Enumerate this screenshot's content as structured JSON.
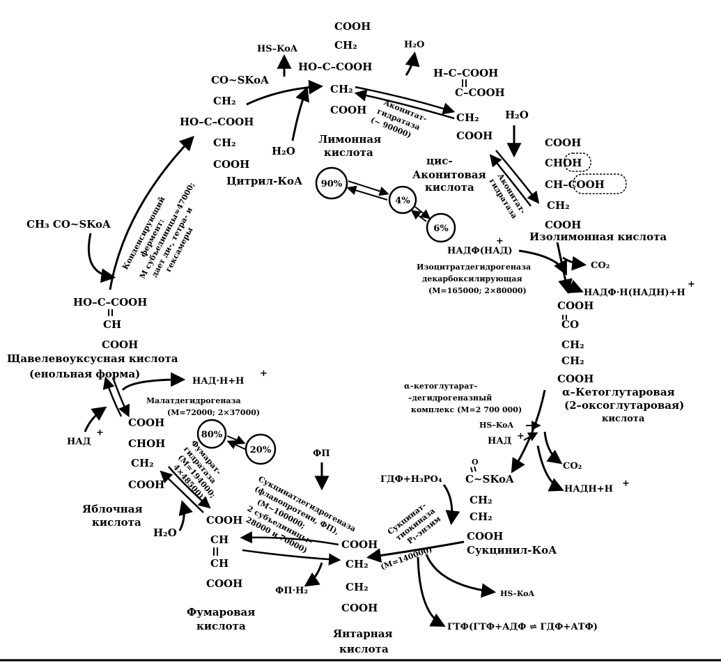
{
  "citrate": {
    "formula": [
      "COOH",
      "CH₂",
      "HO–C–COOH",
      "CH₂",
      "COOH"
    ],
    "name": [
      "Лимонная",
      "кислота"
    ],
    "h2o_out": "H₂O",
    "hskoa": "HS–KoA"
  },
  "citryl_coa": {
    "formula": [
      "CO~SKoA",
      "CH₂",
      "HO–C–COOH",
      "CH₂",
      "COOH"
    ],
    "name": "Цитрил-КоА",
    "h2o_in": "H₂O"
  },
  "cis_aconitate": {
    "formula": [
      "H–C–COOH",
      "C–COOH",
      "CH₂",
      "COOH"
    ],
    "name": [
      "цис-",
      "Аконитовая",
      "кислота"
    ]
  },
  "aconitase": {
    "label1": [
      "Аконитат-",
      "гидратаза",
      "(~ 90000)"
    ],
    "label2": [
      "Аконитат-",
      "гидратаза"
    ],
    "h2o_in": "H₂O"
  },
  "equilibrium_top": [
    "90%",
    "4%",
    "6%"
  ],
  "isocitrate": {
    "formula": [
      "COOH",
      "CHOH",
      "CH–COOH",
      "CH₂",
      "COOH"
    ],
    "name": "Изолимонная  кислота"
  },
  "icdh": {
    "cofactor_in": "НАДФ(НАД)",
    "plus_sign": "+",
    "co2": "CO₂",
    "nadph_out": "НАДФ·Н(НАДН)+Н",
    "label": [
      "Изоцитратдегидрогеназа",
      "декарбоксилирующая",
      "(M=165000; 2×80000)"
    ]
  },
  "akg": {
    "formula": [
      "COOH",
      "CO",
      "CH₂",
      "CH₂",
      "COOH"
    ],
    "name": [
      "α–Кетоглутаровая",
      "(2–оксоглутаровая)",
      "кислота"
    ]
  },
  "akgdh": {
    "label": [
      "α–кетоглутарат–",
      "–дегидрогеназный",
      "комплекс (M=2 700 000)"
    ],
    "hskoa_in": "HS–KoA",
    "nad_in": "НАД",
    "co2": "CO₂",
    "nadh_out": "НАДН+Н"
  },
  "succinyl_coa": {
    "formula": [
      "O",
      "C~SKoA",
      "CH₂",
      "CH₂",
      "COOH"
    ],
    "name": "Сукцинил-КоА",
    "gdp_in": "ГДФ+H₃PO₄"
  },
  "scs": {
    "label": [
      "Сукцинат-",
      "тиокиназа",
      "Р₁-энзим",
      "(M=140000)"
    ],
    "hskoa_out": "HS–KoA",
    "gtp_out": "ГТФ(ГТФ+АДФ ⇌ ГДФ+АТФ)"
  },
  "succinate": {
    "formula": [
      "COOH",
      "CH₂",
      "CH₂",
      "COOH"
    ],
    "name": [
      "Янтарная",
      "кислота"
    ]
  },
  "sdh": {
    "fp_in": "ФП",
    "fph2_out": "ФП·Н₂",
    "label": [
      "Сукцинатдегидрогеназа",
      "(флавопротеин, ФП),",
      "(M~100000;",
      "2 субъединицы–",
      "28000 и 70000)"
    ]
  },
  "fumarate": {
    "formula": [
      "COOH",
      "CH",
      "CH",
      "COOH"
    ],
    "name": [
      "Фумаровая",
      "кислота"
    ]
  },
  "fumarase": {
    "label": [
      "Фумарат-",
      "гидратаза",
      "(M=194000;",
      "4×48500)"
    ],
    "h2o": "H₂O"
  },
  "equilibrium_bottom": [
    "80%",
    "20%"
  ],
  "malate": {
    "formula": [
      "COOH",
      "CHOH",
      "CH₂",
      "COOH"
    ],
    "name": [
      "Яблочная",
      "кислота"
    ]
  },
  "mdh": {
    "label": [
      "Малатдегидрогеназа",
      "(M=72000; 2×37000)"
    ],
    "nadh_out": "НАД·Н+Н",
    "nad_in": "НАД"
  },
  "oxaloacetate": {
    "formula": [
      "HO–C–COOH",
      "CH",
      "COOH"
    ],
    "name": [
      "Щавелевоуксусная  кислота",
      "(енольная форма)"
    ]
  },
  "acetyl_coa": "CH₃  CO~SKoA",
  "citrate_synthase": {
    "label": [
      "Конденсирующий",
      "фермент:",
      "M субъединицы≈47000;",
      "дает ди-, тетра- и",
      "гексамеры"
    ]
  }
}
